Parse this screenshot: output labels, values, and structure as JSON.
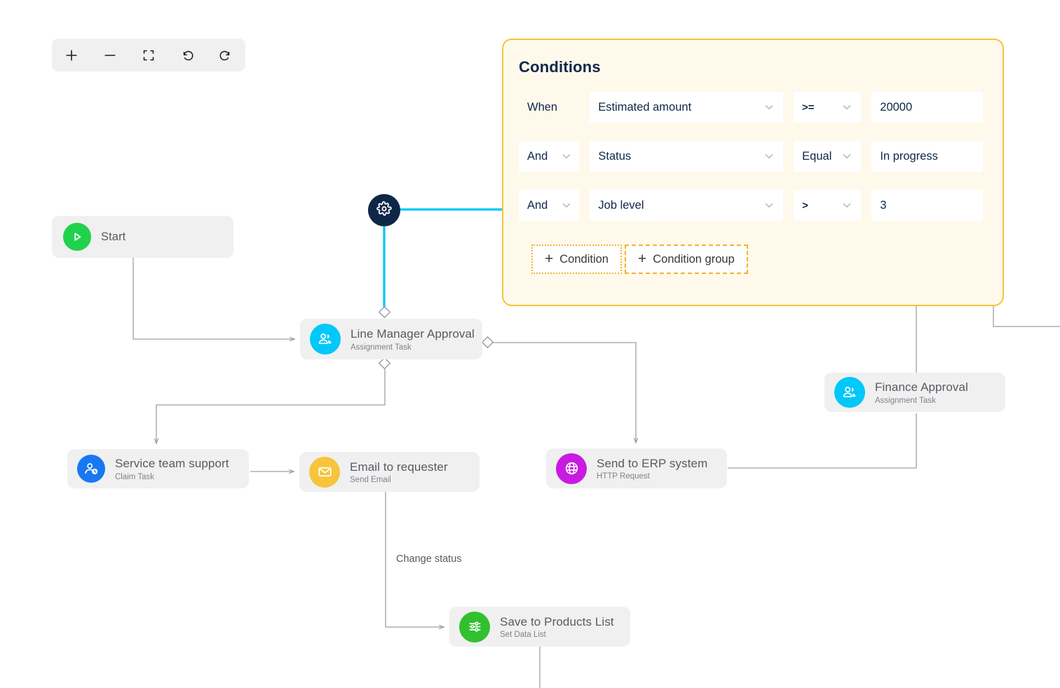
{
  "toolbar": {
    "buttons": [
      {
        "name": "zoom-in",
        "icon": "plus-icon",
        "label": "+"
      },
      {
        "name": "zoom-out",
        "icon": "minus-icon",
        "label": "−"
      },
      {
        "name": "fit-view",
        "icon": "fullscreen-icon",
        "label": "Fit"
      },
      {
        "name": "undo",
        "icon": "undo-icon",
        "label": "Undo"
      },
      {
        "name": "redo",
        "icon": "redo-icon",
        "label": "Redo"
      }
    ]
  },
  "conditions": {
    "title": "Conditions",
    "rows": [
      {
        "join": "When",
        "join_has_box": false,
        "subject": "Estimated amount",
        "operator": ">=",
        "value": "20000"
      },
      {
        "join": "And",
        "join_has_box": true,
        "subject": "Status",
        "operator": "Equal",
        "value": "In progress"
      },
      {
        "join": "And",
        "join_has_box": true,
        "subject": "Job level",
        "operator": ">",
        "value": "3"
      }
    ],
    "add_condition": "Condition",
    "add_condition_group": "Condition group",
    "plus": "+",
    "accent_border": "#F6C338",
    "panel_bg": "#FFF9EC",
    "dashed_color": "#F0B429"
  },
  "nodes": {
    "start": {
      "title": "Start",
      "subtitle": "",
      "icon": "play-icon",
      "color": "#20D24B"
    },
    "gear": {
      "title": "",
      "subtitle": "",
      "icon": "gear-icon",
      "color": "#0E2748"
    },
    "lma": {
      "title": "Line Manager Approval",
      "subtitle": "Assignment Task",
      "icon": "people-icon",
      "color": "#00C8F8"
    },
    "service": {
      "title": "Service team support",
      "subtitle": "Claim Task",
      "icon": "person-clock-icon",
      "color": "#1877F2"
    },
    "email": {
      "title": "Email to requester",
      "subtitle": "Send Email",
      "icon": "envelope-icon",
      "color": "#F7C43C"
    },
    "erp": {
      "title": "Send to ERP system",
      "subtitle": "HTTP Request",
      "icon": "globe-icon",
      "color": "#C91BE0"
    },
    "finance": {
      "title": "Finance Approval",
      "subtitle": "Assignment Task",
      "icon": "people-icon",
      "color": "#00C8F8"
    },
    "save": {
      "title": "Save to Products List",
      "subtitle": "Set Data List",
      "icon": "sliders-icon",
      "color": "#31C02F"
    }
  },
  "edges": {
    "labels": {
      "change_status": "Change status"
    },
    "highlight_color": "#00C8F8",
    "default_color": "#9aa0a6"
  }
}
